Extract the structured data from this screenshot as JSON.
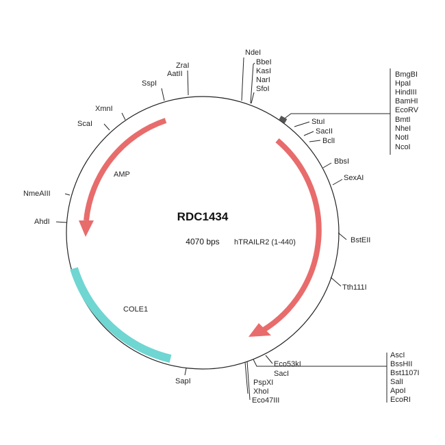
{
  "plasmid": {
    "name": "RDC1434",
    "size": "4070 bps"
  },
  "colors": {
    "arrow": "#e86c6c",
    "cole1": "#6fd6d2",
    "backbone": "#222222"
  },
  "features": {
    "amp": "AMP",
    "htrailr2": "hTRAILR2 (1-440)",
    "cole1": "COLE1"
  },
  "sites": {
    "zrai": "ZraI",
    "aatii": "AatII",
    "sspi": "SspI",
    "xmni": "XmnI",
    "scai": "ScaI",
    "nmeaiii": "NmeAIII",
    "ahdi": "AhdI",
    "ndei": "NdeI",
    "bbei": "BbeI",
    "kasi": "KasI",
    "nari": "NarI",
    "sfoi": "SfoI",
    "cluster1": [
      "BmgBI",
      "HpaI",
      "HindIII",
      "BamHI",
      "EcoRV",
      "BmtI",
      "NheI",
      "NotI",
      "NcoI"
    ],
    "stui": "StuI",
    "sacii": "SacII",
    "bcli": "BclI",
    "bbsi": "BbsI",
    "sexai": "SexAI",
    "bsteii": "BstEII",
    "tth111i": "Tth111I",
    "cluster2": [
      "AscI",
      "BssHII",
      "Bst1107I",
      "SalI",
      "ApoI",
      "EcoRI"
    ],
    "eco53ki": "Eco53kI",
    "saci": "SacI",
    "pspxi": "PspXI",
    "xhoi": "XhoI",
    "eco47iii": "Eco47III",
    "sapi": "SapI"
  }
}
